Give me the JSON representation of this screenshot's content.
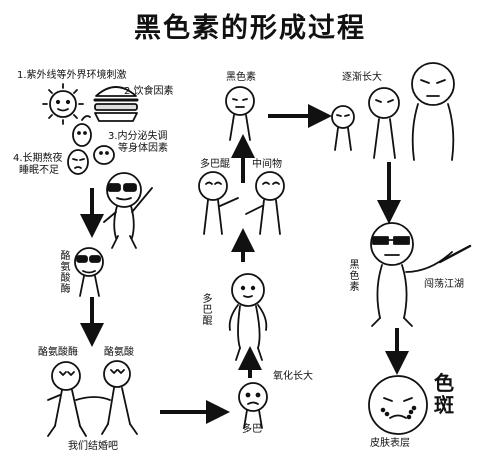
{
  "title": "黑色素的形成过程",
  "labels": {
    "uv": "1.紫外线等外界环境刺激",
    "diet": "2.饮食因素",
    "endocrine_1": "3.内分泌失调",
    "endocrine_2": "等身体因素",
    "sleep_1": "4.长期熬夜",
    "sleep_2": "睡眠不足",
    "tyrosinase_v": "酪氨酸酶",
    "tyrosinase": "酪氨酸酶",
    "tyrosine": "酪氨酸",
    "marry": "我们结婚吧",
    "dopa": "多巴",
    "oxidize": "氧化长大",
    "dopaquinone_v": "多巴醌",
    "dopaquinone": "多巴醌",
    "intermediate": "中间物",
    "melanin_top": "黑色素",
    "grow": "逐渐长大",
    "melanin_v": "黑色素",
    "roam": "闯荡江湖",
    "skin": "皮肤表层",
    "spot": "色斑"
  }
}
